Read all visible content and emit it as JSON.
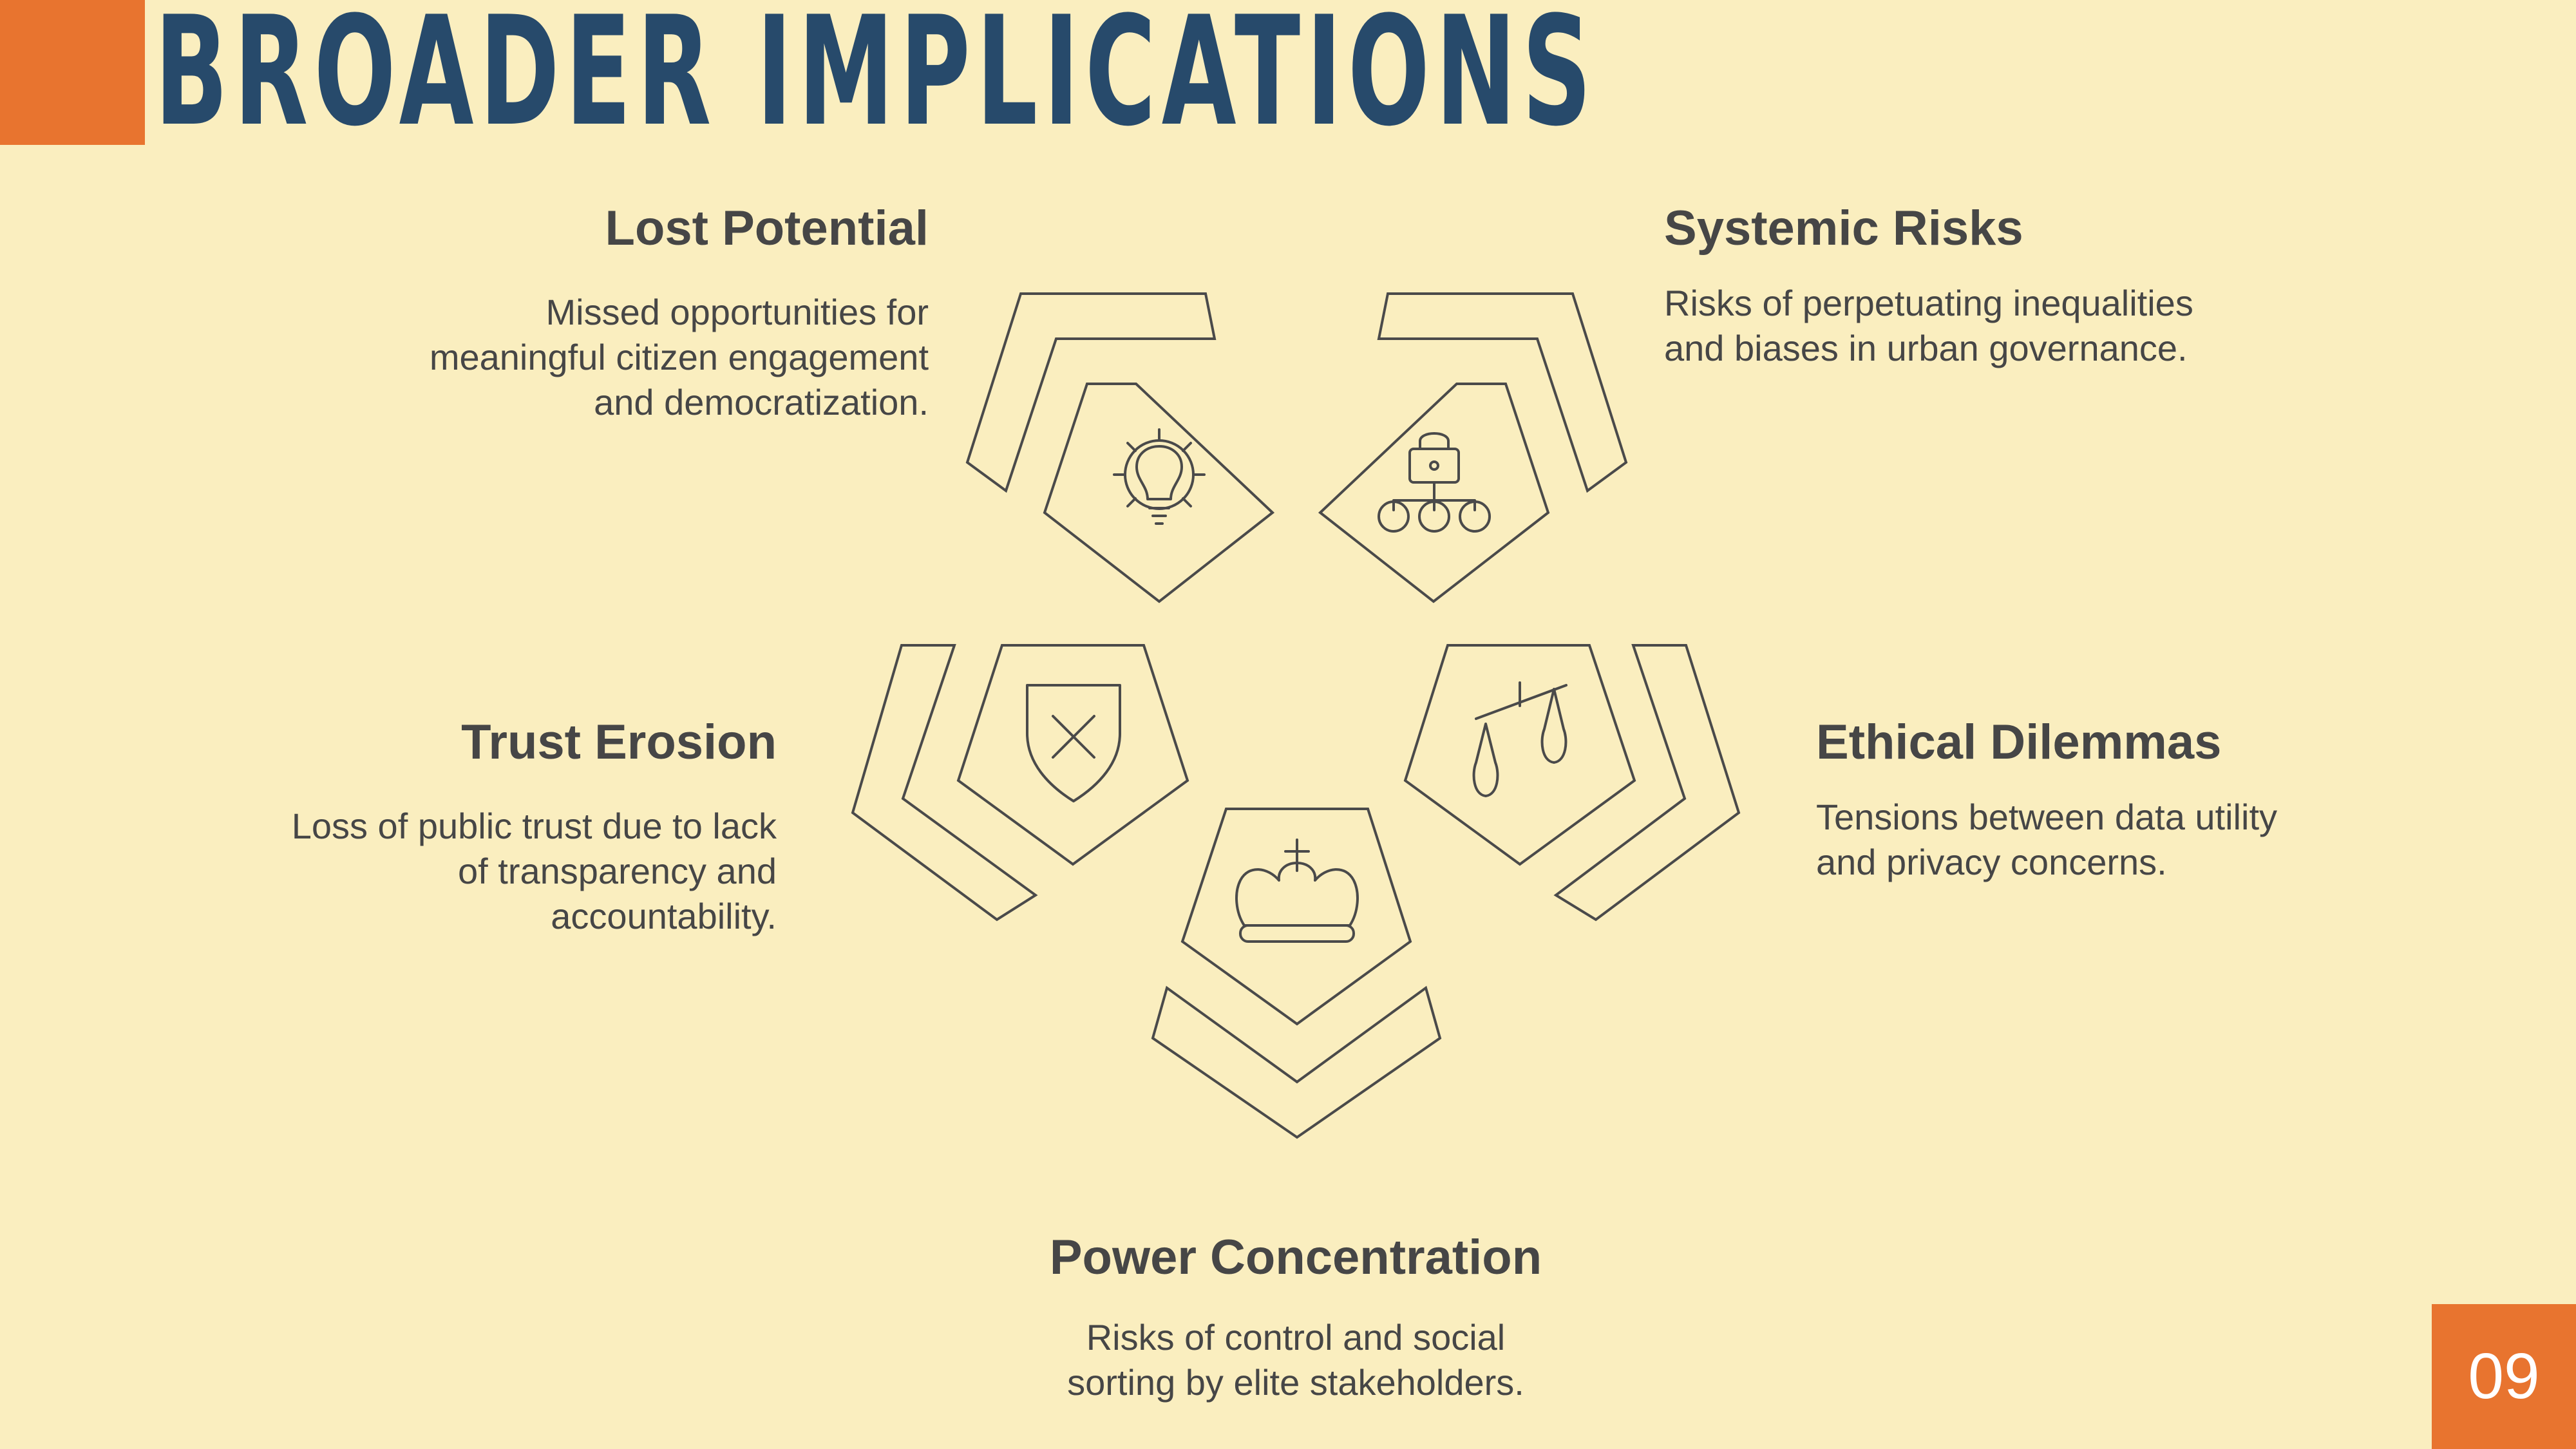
{
  "slide": {
    "title": "BROADER IMPLICATIONS",
    "page_number": "09"
  },
  "items": {
    "lost_potential": {
      "title": "Lost Potential",
      "lines": [
        "Missed opportunities for",
        "meaningful citizen engagement",
        "and democratization."
      ],
      "icon": "gear-lightbulb-icon"
    },
    "systemic_risks": {
      "title": "Systemic Risks",
      "lines": [
        "Risks of perpetuating inequalities",
        "and biases in urban governance."
      ],
      "icon": "lock-network-icon"
    },
    "trust_erosion": {
      "title": "Trust Erosion",
      "lines": [
        "Loss of public trust due to lack",
        "of transparency and",
        "accountability."
      ],
      "icon": "shield-x-icon"
    },
    "ethical_dilemmas": {
      "title": "Ethical Dilemmas",
      "lines": [
        "Tensions between data utility",
        "and privacy concerns."
      ],
      "icon": "balance-scale-icon"
    },
    "power_concentration": {
      "title": "Power Concentration",
      "lines": [
        "Risks of control and social",
        "sorting by elite stakeholders."
      ],
      "icon": "crown-icon"
    }
  },
  "colors": {
    "background": "#FAEEBF",
    "accent": "#E8742F",
    "title": "#274A6B",
    "text": "#464646",
    "stroke": "#4A4A4A"
  }
}
